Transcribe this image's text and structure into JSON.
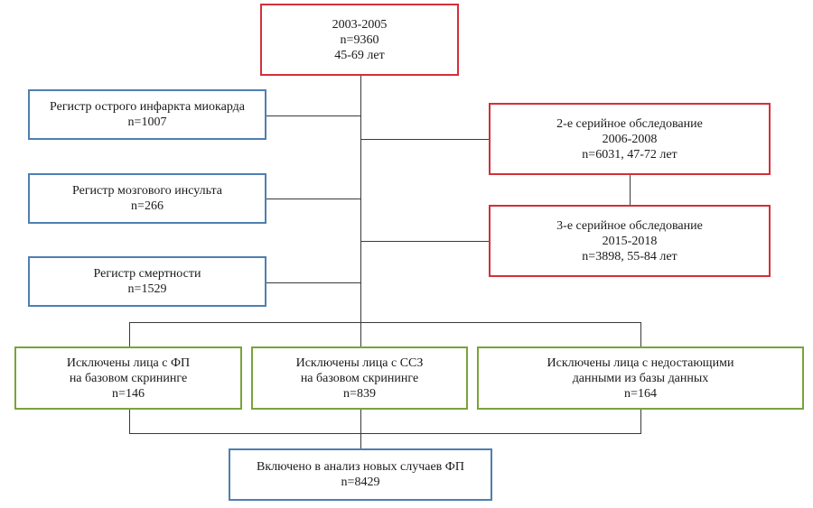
{
  "cohort": {
    "years": "2003-2005",
    "n": "n=9360",
    "age": "45-69 лет"
  },
  "registries": [
    {
      "title": "Регистр острого инфаркта миокарда",
      "n": "n=1007"
    },
    {
      "title": "Регистр мозгового инсульта",
      "n": "n=266"
    },
    {
      "title": "Регистр смертности",
      "n": "n=1529"
    }
  ],
  "surveys": [
    {
      "title": "2-е серийное обследование",
      "years": "2006-2008",
      "detail": "n=6031, 47-72 лет"
    },
    {
      "title": "3-е серийное обследование",
      "years": "2015-2018",
      "detail": "n=3898, 55-84 лет"
    }
  ],
  "exclusions": [
    {
      "line1": "Исключены лица с ФП",
      "line2": "на базовом скрининге",
      "n": "n=146"
    },
    {
      "line1": "Исключены лица с ССЗ",
      "line2": "на базовом скрининге",
      "n": "n=839"
    },
    {
      "line1": "Исключены лица с недостающими",
      "line2": "данными из базы данных",
      "n": "n=164"
    }
  ],
  "result": {
    "title": "Включено в анализ новых случаев ФП",
    "n": "n=8429"
  },
  "colors": {
    "survey_border": "#d3303a",
    "registry_border": "#4f7fb0",
    "exclusion_border": "#79a33a",
    "connector": "#3a3a3a"
  }
}
